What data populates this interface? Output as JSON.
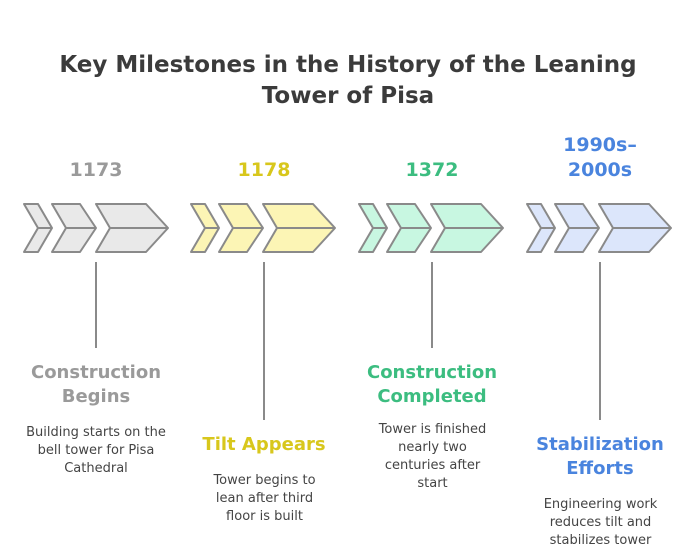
{
  "title": "Key Milestones in the History of the Leaning Tower of Pisa",
  "milestones": [
    {
      "year": "1173",
      "title": "Construction Begins",
      "description": "Building starts on the bell tower for Pisa Cathedral",
      "text_color": "#9a9a9a",
      "fill_color": "#e9e9e9"
    },
    {
      "year": "1178",
      "title": "Tilt Appears",
      "description": "Tower begins to lean after third floor is built",
      "text_color": "#d8c71c",
      "fill_color": "#fcf5b5"
    },
    {
      "year": "1372",
      "title": "Construction Completed",
      "description": "Tower is finished nearly two centuries after start",
      "text_color": "#3cbd80",
      "fill_color": "#c8f7e1"
    },
    {
      "year": "1990s–2000s",
      "title": "Stabilization Efforts",
      "description": "Engineering work reduces tilt and stabilizes tower",
      "text_color": "#4a84de",
      "fill_color": "#dce6fb"
    }
  ],
  "stroke_color": "#8a8a8a"
}
